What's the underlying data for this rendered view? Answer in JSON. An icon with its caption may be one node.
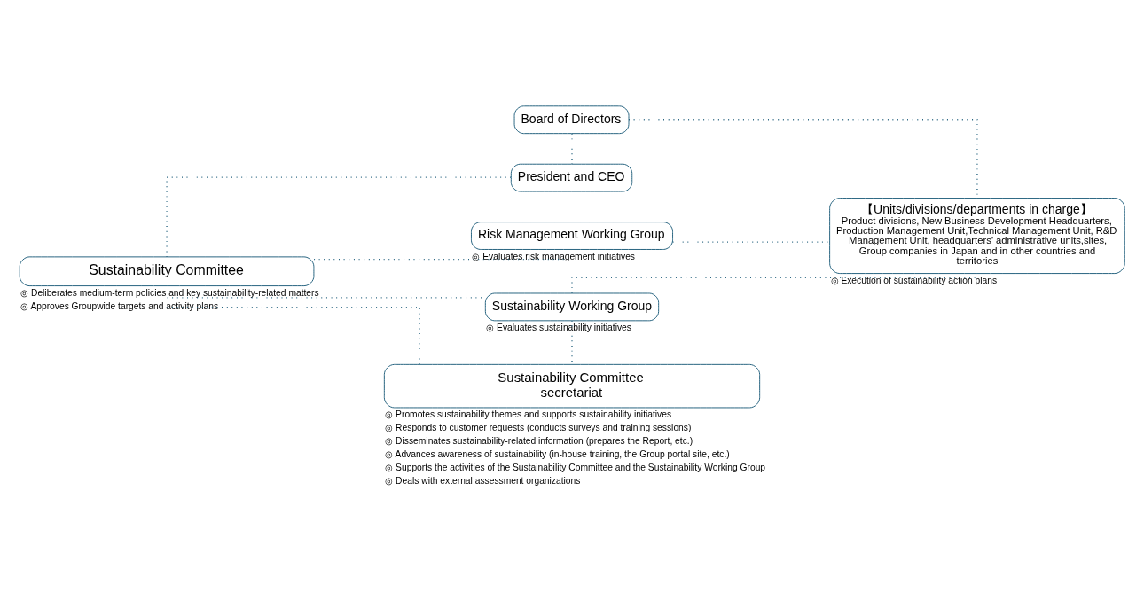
{
  "diagram": {
    "nodes": [
      {
        "text": [
          "Board of Directors"
        ]
      },
      {
        "text": [
          "Sustainability Committee"
        ],
        "beside": [
          "◎ Deliberates medium-term policies and key sustainability-related matters",
          "◎ Approves Groupwide targets and activity plans"
        ]
      },
      {
        "text": [
          "President and CEO"
        ]
      },
      {
        "text": [
          "Risk Management Working Group"
        ],
        "beside": [
          "◎ Evaluates risk management initiatives"
        ]
      },
      {
        "text": [
          "【Units/divisions/departments in charge】",
          "Product divisions, New Business Development Headquarters, Production Management Unit,Technical Management Unit, R&D Management Unit, headquarters’ administrative units,sites, Group companies in Japan and in other countries and territories"
        ],
        "beside": [
          "◎ Execution of sustainability action plans"
        ]
      },
      {
        "text": [
          "Sustainability Working Group"
        ],
        "beside": [
          "◎ Evaluates sustainability initiatives"
        ]
      },
      {
        "text": [
          "Sustainability Committee secretariat"
        ],
        "beside": [
          "◎ Promotes sustainability themes and supports sustainability initiatives",
          "◎ Responds to customer requests (conducts surveys and training sessions)",
          "◎ Disseminates sustainability-related information (prepares the Report, etc.)",
          "◎ Advances awareness of sustainability (in-house training, the Group portal site, etc.)",
          "◎ Supports the activities of the Sustainability Committee and the Sustainability Working Group",
          "◎ Deals with external assessment organizations"
        ]
      }
    ],
    "edges": [
      {
        "from": 0,
        "to": 2,
        "arrow": "none",
        "style": "dashed"
      },
      {
        "from": 1,
        "to": 2,
        "arrow": "none",
        "style": "dashed"
      },
      {
        "from": 0,
        "to": 4,
        "arrow": "none",
        "style": "dashed"
      },
      {
        "from": 1,
        "to": 3,
        "arrow": "none",
        "style": "dashed"
      },
      {
        "from": 1,
        "to": 5,
        "arrow": "none",
        "style": "dashed"
      },
      {
        "from": 3,
        "to": 4,
        "arrow": "none",
        "style": "dashed"
      },
      {
        "from": 5,
        "to": 4,
        "arrow": "none",
        "style": "dashed"
      },
      {
        "from": 5,
        "to": 6,
        "arrow": "none",
        "style": "dashed"
      },
      {
        "from": 1,
        "to": 6,
        "arrow": "none",
        "style": "dashed"
      }
    ]
  }
}
